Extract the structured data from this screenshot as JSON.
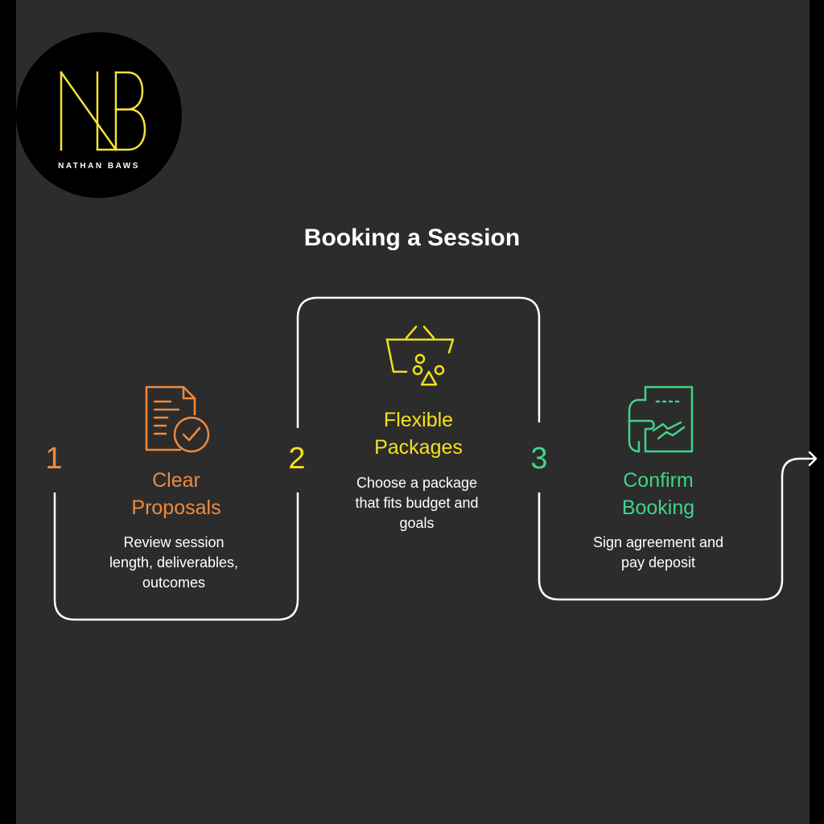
{
  "brand": {
    "name": "NATHAN BAWS",
    "accent": "#f5e13a"
  },
  "title": "Booking a Session",
  "colors": {
    "step1": "#f08a3c",
    "step2": "#f5e01a",
    "step3": "#3fd48a",
    "line": "#ffffff",
    "background": "#2c2c2c"
  },
  "steps": [
    {
      "number": "1",
      "heading_line1": "Clear",
      "heading_line2": "Proposals",
      "desc_lines": [
        "Review session",
        "length, deliverables,",
        "outcomes"
      ],
      "icon": "document-check-icon"
    },
    {
      "number": "2",
      "heading_line1": "Flexible",
      "heading_line2": "Packages",
      "desc_lines": [
        "Choose a package",
        "that fits budget and",
        "goals"
      ],
      "icon": "basket-icon"
    },
    {
      "number": "3",
      "heading_line1": "Confirm",
      "heading_line2": "Booking",
      "desc_lines": [
        "Sign agreement and",
        "pay deposit"
      ],
      "icon": "ticket-hand-icon"
    }
  ]
}
